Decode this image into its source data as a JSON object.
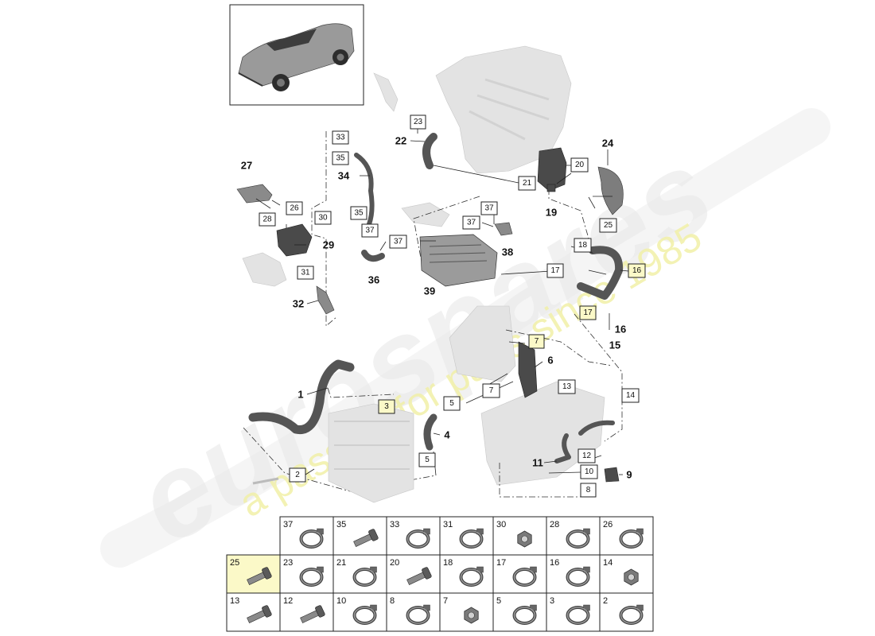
{
  "watermark": {
    "brand": "eurospares",
    "tagline": "a passion for parts since 1985"
  },
  "callouts_boxed": [
    {
      "id": "c23",
      "text": "23"
    },
    {
      "id": "c33",
      "text": "33"
    },
    {
      "id": "c35a",
      "text": "35"
    },
    {
      "id": "c26",
      "text": "26"
    },
    {
      "id": "c28",
      "text": "28"
    },
    {
      "id": "c30",
      "text": "30"
    },
    {
      "id": "c35b",
      "text": "35"
    },
    {
      "id": "c37a",
      "text": "37"
    },
    {
      "id": "c37b",
      "text": "37"
    },
    {
      "id": "c37c",
      "text": "37"
    },
    {
      "id": "c37d",
      "text": "37"
    },
    {
      "id": "c31",
      "text": "31"
    },
    {
      "id": "c21",
      "text": "21"
    },
    {
      "id": "c20",
      "text": "20"
    },
    {
      "id": "c25",
      "text": "25"
    },
    {
      "id": "c18",
      "text": "18"
    },
    {
      "id": "c16",
      "text": "16"
    },
    {
      "id": "c17a",
      "text": "17"
    },
    {
      "id": "c17b",
      "text": "17"
    },
    {
      "id": "c7a",
      "text": "7"
    },
    {
      "id": "c7b",
      "text": "7"
    },
    {
      "id": "c5a",
      "text": "5"
    },
    {
      "id": "c3",
      "text": "3"
    },
    {
      "id": "c5b",
      "text": "5"
    },
    {
      "id": "c2",
      "text": "2"
    },
    {
      "id": "c13",
      "text": "13"
    },
    {
      "id": "c14",
      "text": "14"
    },
    {
      "id": "c12",
      "text": "12"
    },
    {
      "id": "c10",
      "text": "10"
    },
    {
      "id": "c8",
      "text": "8"
    }
  ],
  "callouts_plain": [
    {
      "id": "p22",
      "text": "22"
    },
    {
      "id": "p24",
      "text": "24"
    },
    {
      "id": "p27",
      "text": "27"
    },
    {
      "id": "p34",
      "text": "34"
    },
    {
      "id": "p29",
      "text": "29"
    },
    {
      "id": "p19",
      "text": "19"
    },
    {
      "id": "p38",
      "text": "38"
    },
    {
      "id": "p36",
      "text": "36"
    },
    {
      "id": "p39",
      "text": "39"
    },
    {
      "id": "p32",
      "text": "32"
    },
    {
      "id": "p16",
      "text": "16"
    },
    {
      "id": "p15",
      "text": "15"
    },
    {
      "id": "p6",
      "text": "6"
    },
    {
      "id": "p1",
      "text": "1"
    },
    {
      "id": "p4",
      "text": "4"
    },
    {
      "id": "p11",
      "text": "11"
    },
    {
      "id": "p9",
      "text": "9"
    }
  ],
  "hardware_table": {
    "rows": [
      [
        "37",
        "35",
        "33",
        "31",
        "30",
        "28",
        "26"
      ],
      [
        "25",
        "23",
        "21",
        "20",
        "18",
        "17",
        "16",
        "14"
      ],
      [
        "13",
        "12",
        "10",
        "8",
        "7",
        "5",
        "3",
        "2"
      ]
    ],
    "highlighted": [
      "25"
    ],
    "icons": [
      [
        "hose-clamp-icon",
        "bolt-icon",
        "hose-clamp-icon",
        "hose-clamp-icon",
        "nut-icon",
        "hose-clamp-icon",
        "hose-clamp-icon"
      ],
      [
        "bolt-icon",
        "hose-clamp-icon",
        "hose-clamp-icon",
        "bolt-icon",
        "hose-clamp-icon",
        "hose-clamp-icon",
        "hose-clamp-icon",
        "nut-icon"
      ],
      [
        "bolt-icon",
        "bolt-icon",
        "hose-clamp-icon",
        "hose-clamp-icon",
        "nut-icon",
        "hose-clamp-icon",
        "hose-clamp-icon",
        "hose-clamp-icon"
      ]
    ]
  },
  "colors": {
    "highlight": "#fbf9c8",
    "watermark": "#e9e9e9",
    "watermark_tagline": "#f1f0a8"
  }
}
